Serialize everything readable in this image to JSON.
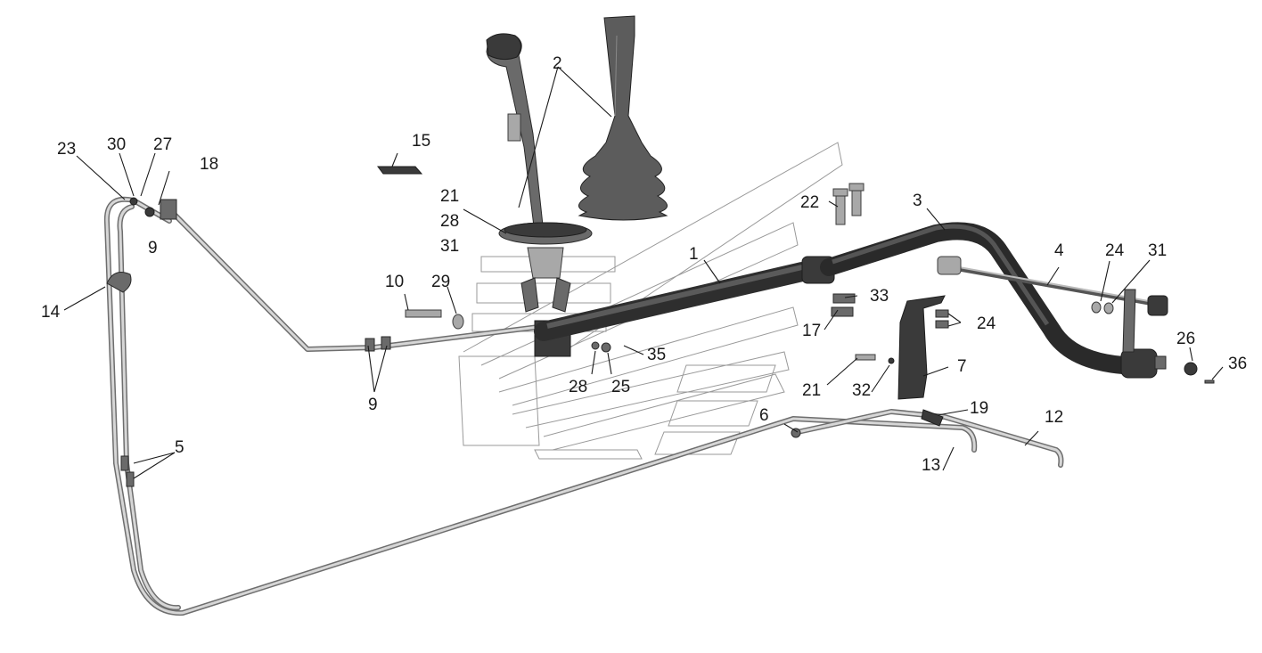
{
  "diagram": {
    "callouts": {
      "c1": "1",
      "c2": "2",
      "c3": "3",
      "c4": "4",
      "c5": "5",
      "c6": "6",
      "c7": "7",
      "c9a": "9",
      "c9b": "9",
      "c10": "10",
      "c12": "12",
      "c13": "13",
      "c14": "14",
      "c15": "15",
      "c17": "17",
      "c18": "18",
      "c19": "19",
      "c21a": "21",
      "c28a": "28",
      "c31a": "31",
      "c21b": "21",
      "c22": "22",
      "c23": "23",
      "c24a": "24",
      "c24b": "24",
      "c25": "25",
      "c26": "26",
      "c27": "27",
      "c28b": "28",
      "c29": "29",
      "c30": "30",
      "c31b": "31",
      "c32": "32",
      "c33": "33",
      "c35": "35",
      "c36": "36"
    },
    "colors": {
      "outline": "#1a1a1a",
      "part_dark": "#3a3a3a",
      "part_mid": "#6a6a6a",
      "part_light": "#a8a8a8",
      "pipe": "#6e6e6e",
      "ghost": "#9a9a9a"
    }
  }
}
